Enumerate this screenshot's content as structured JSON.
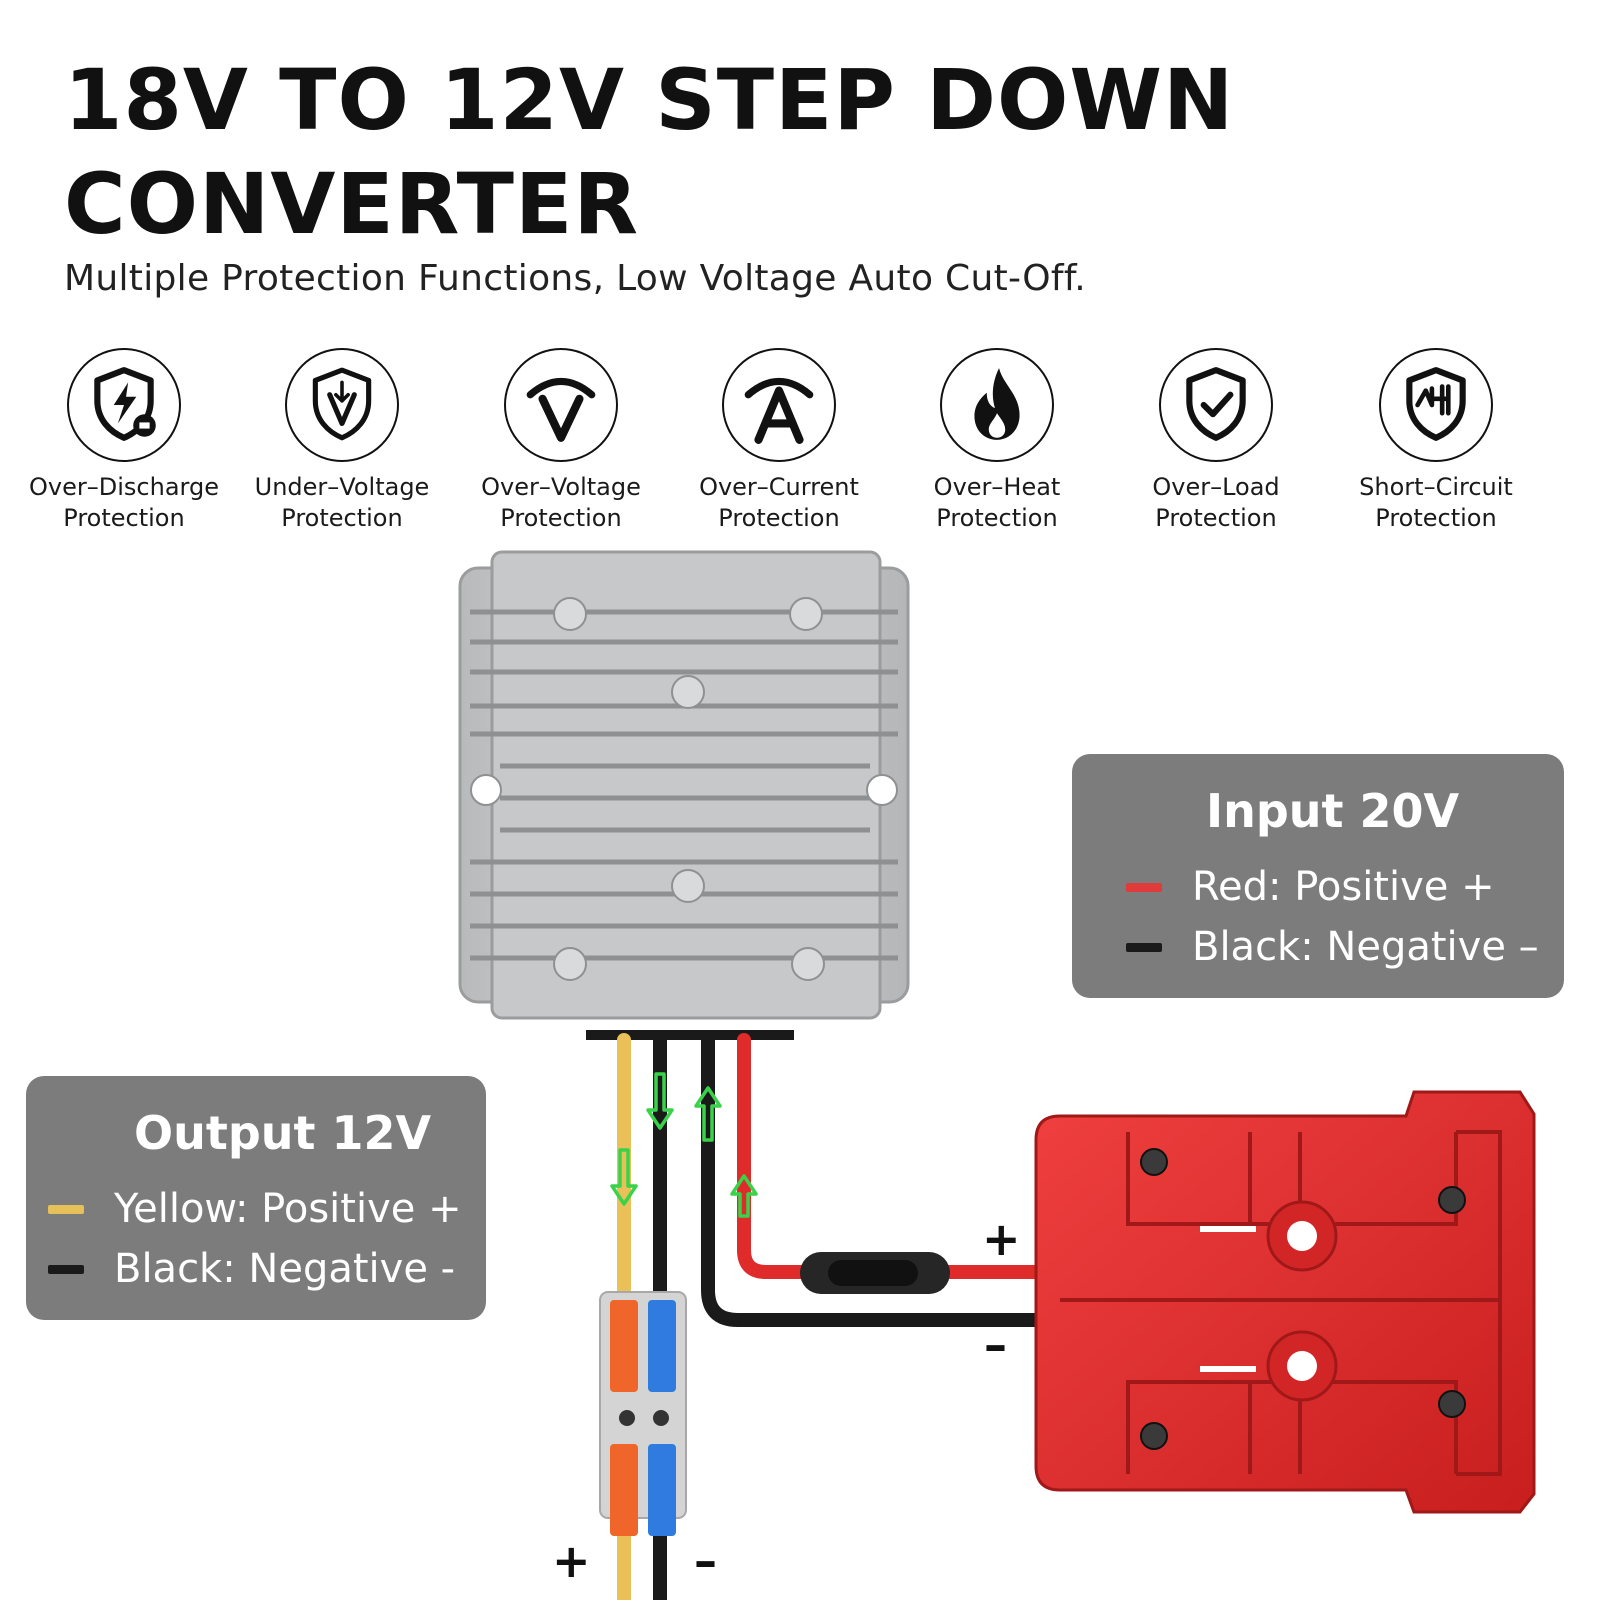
{
  "header": {
    "title_line1": "18V TO 12V STEP DOWN",
    "title_line2": "CONVERTER",
    "subtitle": "Multiple Protection Functions, Low Voltage Auto Cut-Off."
  },
  "features": [
    {
      "icon": "shield-lightning-icon",
      "line1": "Over–Discharge",
      "line2": "Protection"
    },
    {
      "icon": "shield-v-arrow-icon",
      "line1": "Under–Voltage",
      "line2": "Protection"
    },
    {
      "icon": "voltage-v-icon",
      "line1": "Over–Voltage",
      "line2": "Protection"
    },
    {
      "icon": "current-a-icon",
      "line1": "Over–Current",
      "line2": "Protection"
    },
    {
      "icon": "flame-icon",
      "line1": "Over–Heat",
      "line2": "Protection"
    },
    {
      "icon": "shield-check-icon",
      "line1": "Over–Load",
      "line2": "Protection"
    },
    {
      "icon": "shield-circuit-icon",
      "line1": "Short–Circuit",
      "line2": "Protection"
    }
  ],
  "input_panel": {
    "title": "Input 20V",
    "rows": [
      {
        "label": "Red: Positive +",
        "color": "#e03b3b"
      },
      {
        "label": "Black: Negative –",
        "color": "#1a1a1a"
      }
    ]
  },
  "output_panel": {
    "title": "Output 12V",
    "rows": [
      {
        "label": "Yellow: Positive +",
        "color": "#e6c15a"
      },
      {
        "label": "Black: Negative -",
        "color": "#1a1a1a"
      }
    ]
  },
  "signs": {
    "battery_plus": "+",
    "battery_minus": "–",
    "output_plus": "+",
    "output_minus": "–"
  },
  "colors": {
    "red_wire": "#e02b2b",
    "black_wire": "#1a1a1a",
    "yellow_wire": "#eac158",
    "flow_arrow": "#39d24a",
    "housing": "#c9cbcd",
    "battery_red": "#e03030",
    "connector_orange": "#f0652a",
    "connector_blue": "#2f7be0"
  }
}
